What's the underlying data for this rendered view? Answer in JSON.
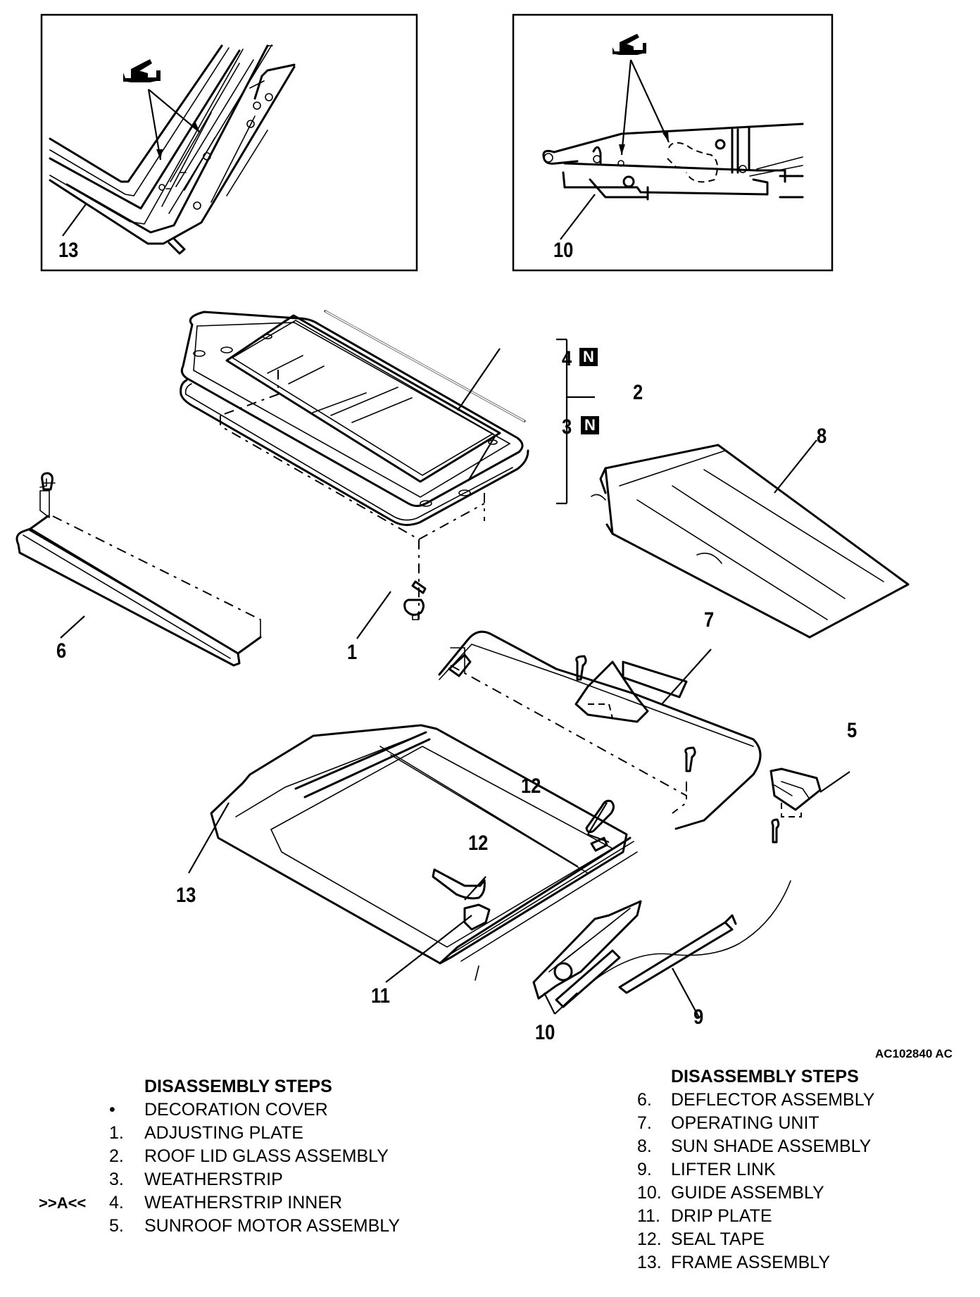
{
  "diagram": {
    "title": "Sunroof disassembly exploded view",
    "figure_id": "AC102840 AC",
    "detail_views": [
      {
        "callout": "13",
        "icon": "sealant-gun-icon",
        "note": "apply sealant at arrows"
      },
      {
        "callout": "10",
        "icon": "sealant-gun-icon",
        "note": "apply sealant at arrows"
      }
    ],
    "callouts": {
      "c1": "1",
      "c2": "2",
      "c3": "3",
      "c4": "4",
      "c5": "5",
      "c6": "6",
      "c7": "7",
      "c8": "8",
      "c9": "9",
      "c10": "10",
      "c11": "11",
      "c12a": "12",
      "c12b": "12",
      "c13": "13",
      "detail13": "13",
      "detail10": "10"
    },
    "new_part_badge": "N",
    "new_part_items": [
      "3",
      "4"
    ],
    "group_bracket": {
      "groups": [
        "3",
        "4"
      ],
      "parent": "2"
    }
  },
  "steps_left": {
    "heading": "DISASSEMBLY STEPS",
    "items": [
      {
        "num": "•",
        "label": "DECORATION COVER",
        "marker": ""
      },
      {
        "num": "1.",
        "label": "ADJUSTING PLATE",
        "marker": ""
      },
      {
        "num": "2.",
        "label": "ROOF LID GLASS ASSEMBLY",
        "marker": ""
      },
      {
        "num": "3.",
        "label": "WEATHERSTRIP",
        "marker": ""
      },
      {
        "num": "4.",
        "label": "WEATHERSTRIP INNER",
        "marker": ">>A<<"
      },
      {
        "num": "5.",
        "label": "SUNROOF MOTOR ASSEMBLY",
        "marker": ""
      }
    ]
  },
  "steps_right": {
    "heading": "DISASSEMBLY STEPS",
    "items": [
      {
        "num": "6.",
        "label": "DEFLECTOR ASSEMBLY"
      },
      {
        "num": "7.",
        "label": "OPERATING UNIT"
      },
      {
        "num": "8.",
        "label": "SUN SHADE ASSEMBLY"
      },
      {
        "num": "9.",
        "label": "LIFTER LINK"
      },
      {
        "num": "10.",
        "label": "GUIDE ASSEMBLY"
      },
      {
        "num": "11.",
        "label": "DRIP PLATE"
      },
      {
        "num": "12.",
        "label": "SEAL TAPE"
      },
      {
        "num": "13.",
        "label": "FRAME ASSEMBLY"
      }
    ]
  }
}
